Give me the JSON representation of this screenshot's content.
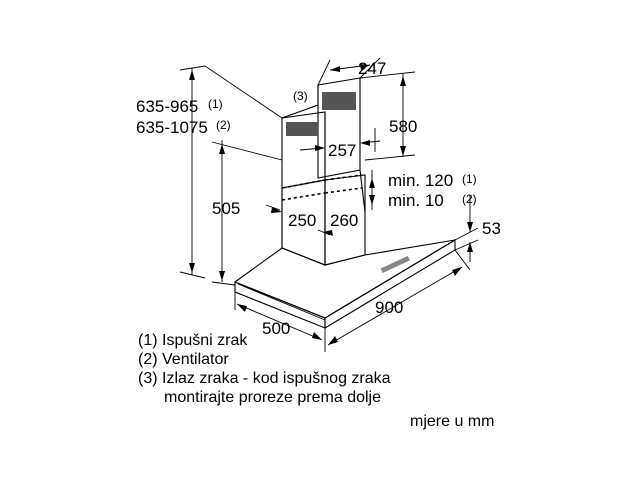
{
  "dimensions": {
    "height_range_1": "635-965",
    "height_range_1_note": "(1)",
    "height_range_2": "635-1075",
    "height_range_2_note": "(2)",
    "chimney_depth": "247",
    "chimney_upper_height": "580",
    "chimney_inner_width": "257",
    "min_120": "min. 120",
    "min_120_note": "(1)",
    "min_10": "min. 10",
    "min_10_note": "(2)",
    "lower_height": "505",
    "lower_chimney_width": "250",
    "lower_chimney_depth": "260",
    "canopy_thickness": "53",
    "canopy_width": "900",
    "canopy_depth": "500",
    "callout_3": "(3)"
  },
  "legend": {
    "item1": "(1) Ispušni zrak",
    "item2": "(2) Ventilator",
    "item3_line1": "(3) Izlaz zraka - kod ispušnog zraka",
    "item3_line2": "montirajte proreze prema dolje"
  },
  "units_note": "mjere u mm"
}
